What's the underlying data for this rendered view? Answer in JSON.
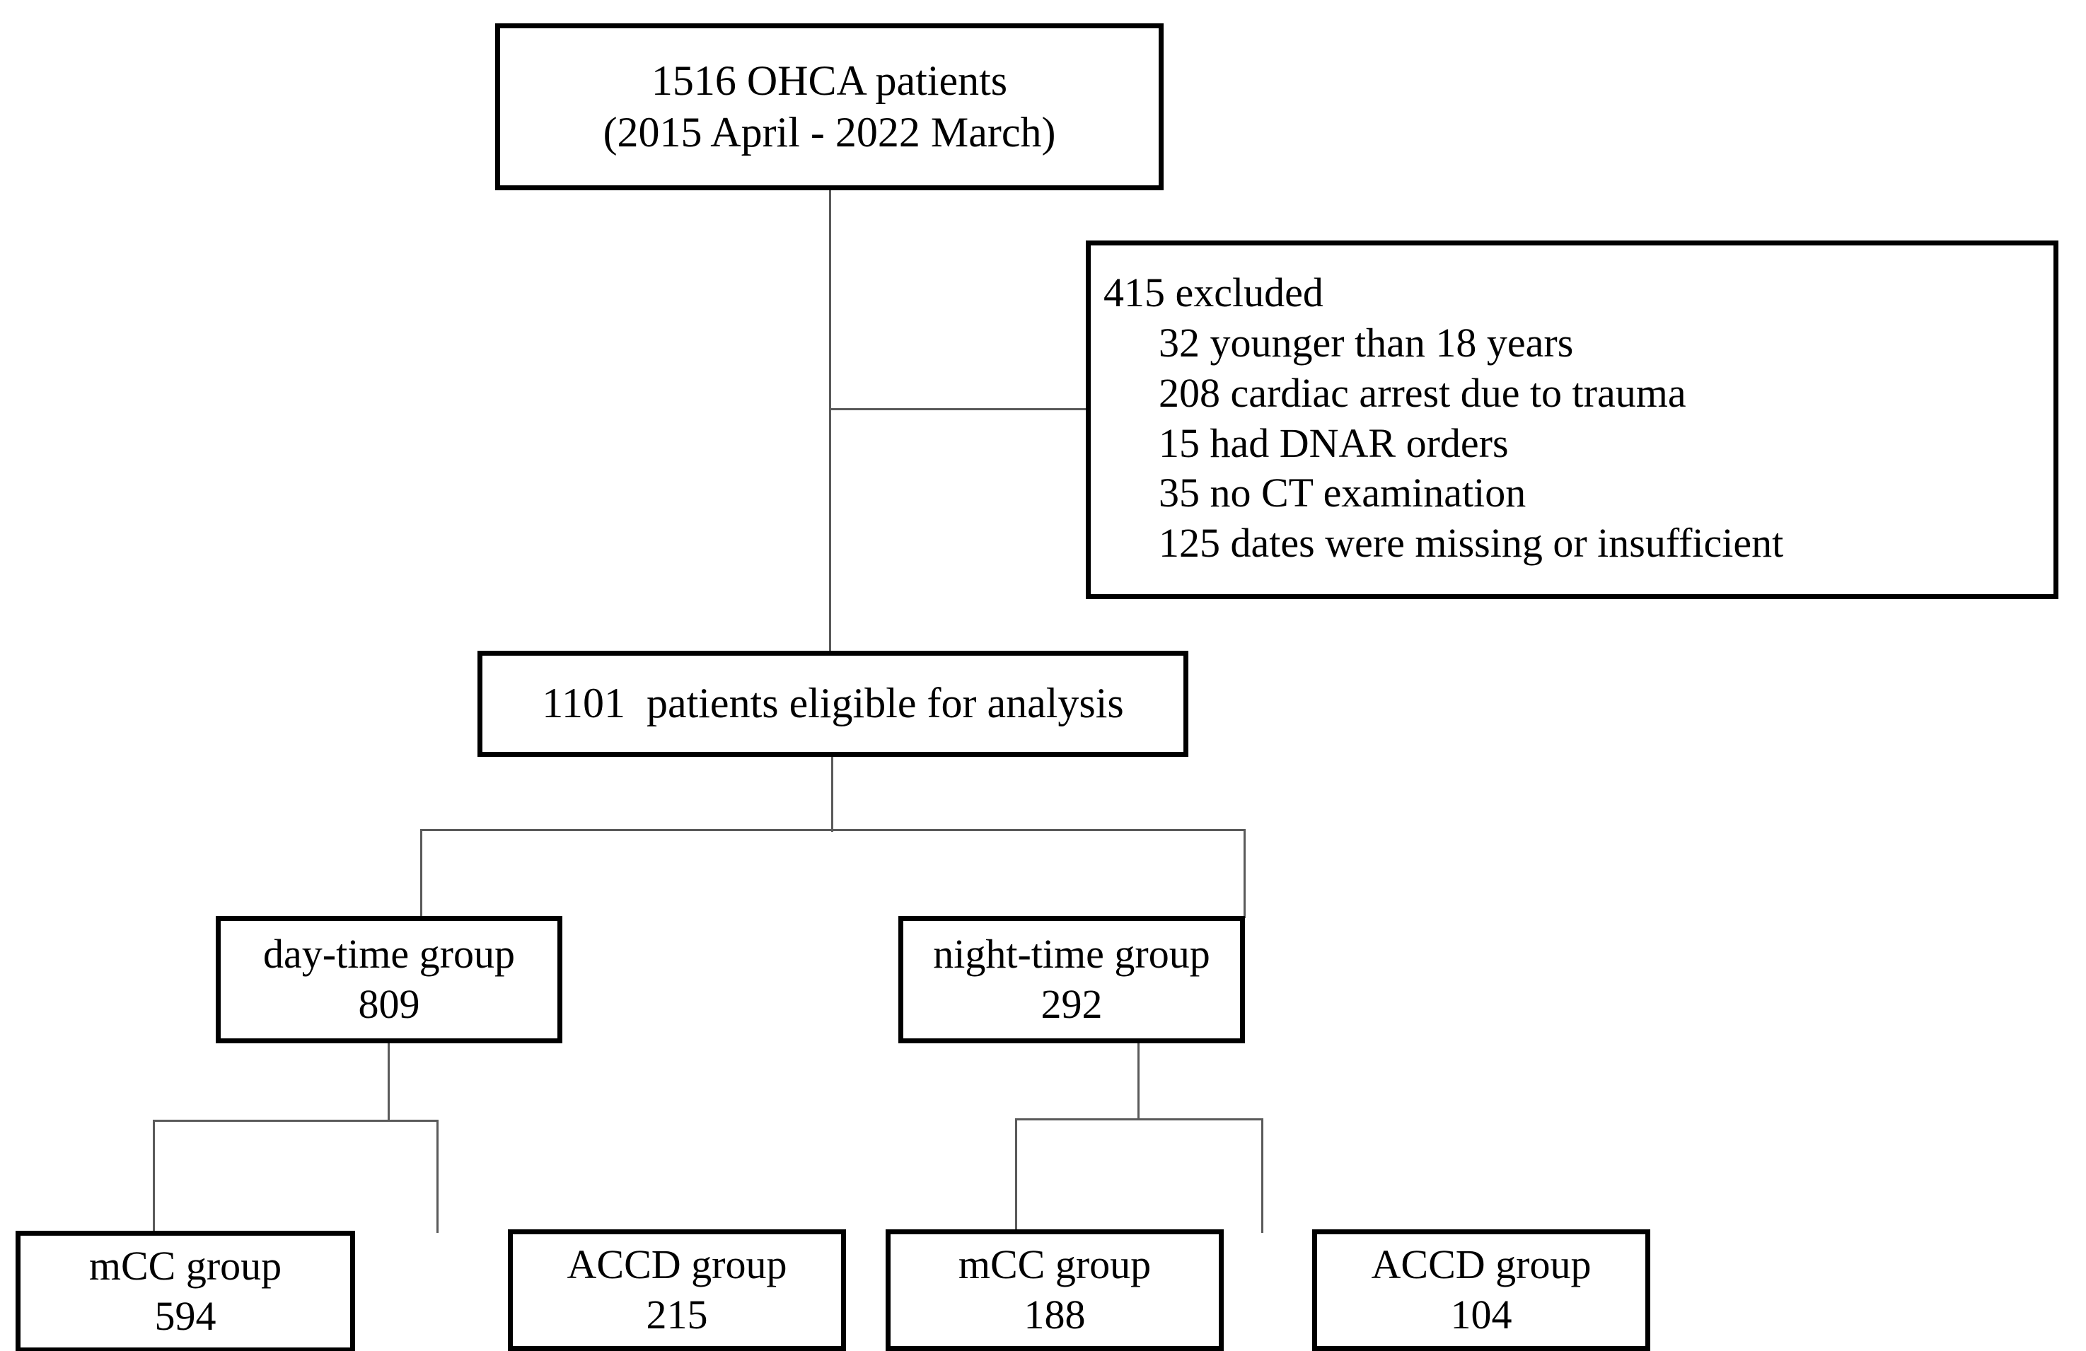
{
  "diagram": {
    "title": "OHCA patient selection flow",
    "type": "flowchart",
    "colors": {
      "box_border": "#000000",
      "box_fill": "#ffffff",
      "connector": "#5a5a5a",
      "text": "#000000"
    }
  },
  "nodes": {
    "source": {
      "name": "source-population",
      "line1": "1516 OHCA patients",
      "line2": "(2015 April - 2022 March)",
      "count": 1516,
      "period_start": "2015 April",
      "period_end": "2022 March"
    },
    "excluded": {
      "name": "excluded-patients",
      "heading": "415 excluded",
      "total": 415,
      "reasons": [
        {
          "count": 32,
          "text": "32 younger than 18 years"
        },
        {
          "count": 208,
          "text": "208 cardiac arrest due to trauma"
        },
        {
          "count": 15,
          "text": "15 had DNAR orders"
        },
        {
          "count": 35,
          "text": "35 no CT examination"
        },
        {
          "count": 125,
          "text": "125 dates were missing or insufficient"
        }
      ]
    },
    "eligible": {
      "name": "eligible-patients",
      "label": "1101  patients eligible for analysis",
      "count": 1101
    },
    "day_group": {
      "name": "day-time-group",
      "label": "day-time group",
      "count": "809"
    },
    "night_group": {
      "name": "night-time-group",
      "label": "night-time group",
      "count": "292"
    },
    "day_mcc": {
      "name": "day-time-mcc-group",
      "label": "mCC group",
      "count": "594"
    },
    "day_accd": {
      "name": "day-time-accd-group",
      "label": "ACCD group",
      "count": "215"
    },
    "night_mcc": {
      "name": "night-time-mcc-group",
      "label": "mCC group",
      "count": "188"
    },
    "night_accd": {
      "name": "night-time-accd-group",
      "label": "ACCD group",
      "count": "104"
    }
  }
}
